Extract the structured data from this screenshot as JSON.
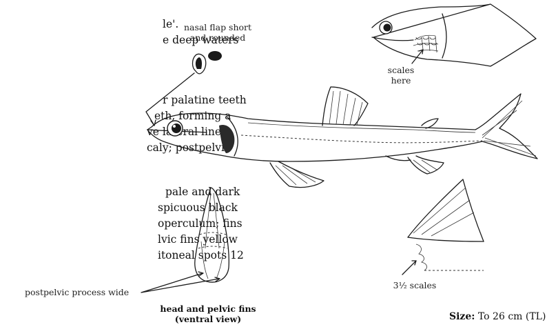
{
  "text_fragments": [
    "le'.",
    "e  deep  waters",
    "r  palatine  teeth",
    "eth,  forming  a",
    "ve  lateral  line;",
    "caly;  postpelvic",
    "pale  and  dark",
    "spicuous  black",
    "operculum;  fins",
    "lvic  fins  yellow",
    "itoneal  spots  12"
  ],
  "labels": {
    "nasal_flap": "nasal flap short\nand rounded",
    "scales_here": "scales\nhere",
    "postpelvic": "postpelvic process wide",
    "scales_count": "3½ scales"
  },
  "caption": {
    "line1": "head and pelvic fins",
    "line2": "(ventral view)"
  },
  "size": {
    "label": "Size:",
    "value": " To 26 cm (TL)"
  }
}
